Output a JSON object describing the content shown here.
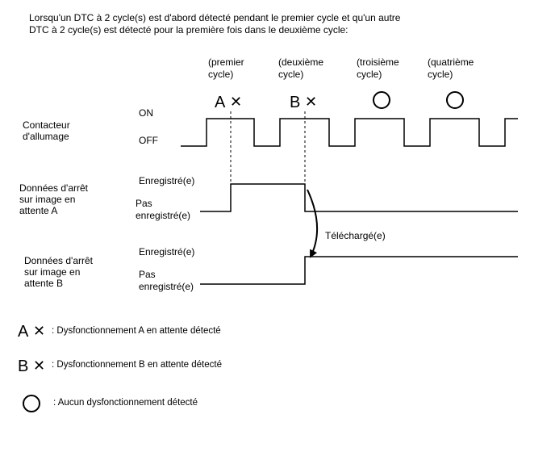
{
  "title": {
    "line1": "Lorsqu'un DTC à 2 cycle(s) est d'abord détecté pendant le premier cycle et qu'un autre",
    "line2": "DTC à 2 cycle(s) est détecté pour la première fois dans le deuxième cycle:"
  },
  "cycles": [
    {
      "line1": "(premier",
      "line2": "cycle)",
      "mark_letter": "A",
      "mark_cross": "✕"
    },
    {
      "line1": "(deuxième",
      "line2": "cycle)",
      "mark_letter": "B",
      "mark_cross": "✕"
    },
    {
      "line1": "(troisième",
      "line2": "cycle)",
      "mark_letter": "",
      "mark_cross": ""
    },
    {
      "line1": "(quatrième",
      "line2": "cycle)",
      "mark_letter": "",
      "mark_cross": ""
    }
  ],
  "ignition": {
    "label_line1": "Contacteur",
    "label_line2": "d'allumage",
    "on": "ON",
    "off": "OFF"
  },
  "freeze_a": {
    "label_line1": "Données d'arrêt",
    "label_line2": "sur image en",
    "label_line3": "attente A",
    "stored": "Enregistré(e)",
    "not_stored_line1": "Pas",
    "not_stored_line2": "enregistré(e)"
  },
  "transfer": "Téléchargé(e)",
  "freeze_b": {
    "label_line1": "Données d'arrêt",
    "label_line2": "sur image en",
    "label_line3": "attente B",
    "stored": "Enregistré(e)",
    "not_stored_line1": "Pas",
    "not_stored_line2": "enregistré(e)"
  },
  "legend": [
    {
      "letter": "A",
      "cross": "✕",
      "text": ": Dysfonctionnement A en attente détecté"
    },
    {
      "letter": "B",
      "cross": "✕",
      "text": ": Dysfonctionnement B en attente détecté"
    },
    {
      "letter": "",
      "cross": "",
      "text": ": Aucun dysfonctionnement détecté"
    }
  ]
}
